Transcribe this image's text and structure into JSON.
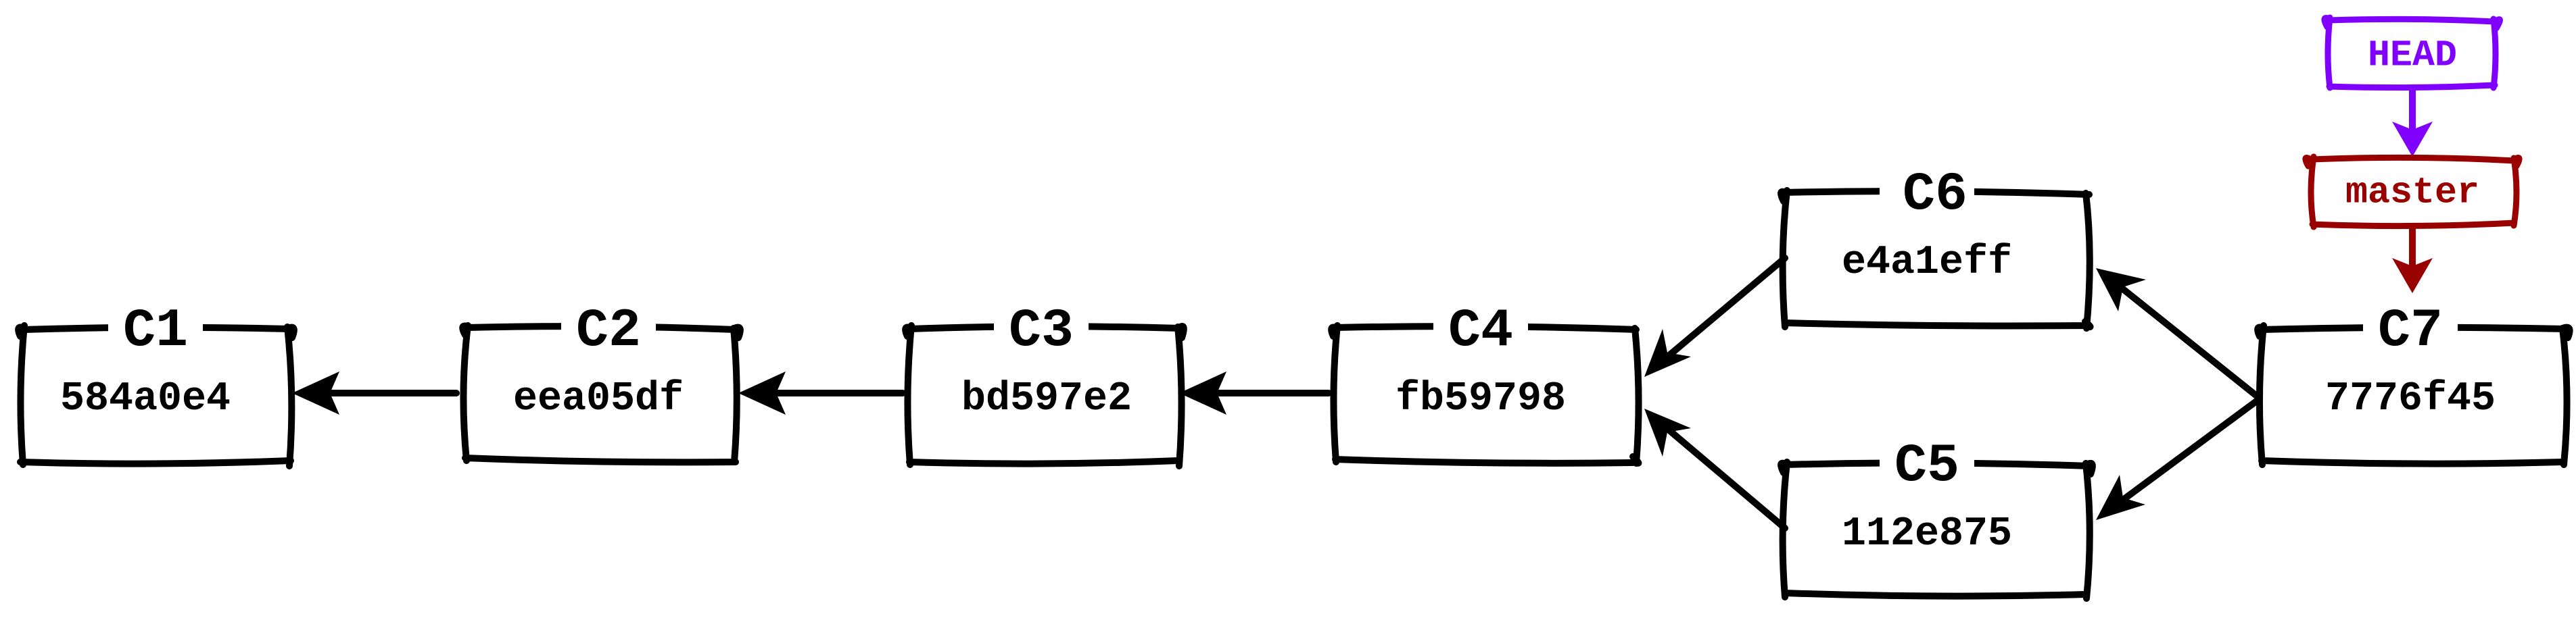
{
  "diagram": {
    "commits": [
      {
        "key": "c1",
        "label": "C1",
        "hash": "584a0e4"
      },
      {
        "key": "c2",
        "label": "C2",
        "hash": "eea05df"
      },
      {
        "key": "c3",
        "label": "C3",
        "hash": "bd597e2"
      },
      {
        "key": "c4",
        "label": "C4",
        "hash": "fb59798"
      },
      {
        "key": "c5",
        "label": "C5",
        "hash": "112e875"
      },
      {
        "key": "c6",
        "label": "C6",
        "hash": "e4a1eff"
      },
      {
        "key": "c7",
        "label": "C7",
        "hash": "7776f45"
      }
    ],
    "refs": {
      "head": {
        "label": "HEAD",
        "color": "#8000ff"
      },
      "master": {
        "label": "master",
        "color": "#990000"
      }
    },
    "parent_links": [
      {
        "from": "C2",
        "to": "C1"
      },
      {
        "from": "C3",
        "to": "C2"
      },
      {
        "from": "C4",
        "to": "C3"
      },
      {
        "from": "C5",
        "to": "C4"
      },
      {
        "from": "C6",
        "to": "C4"
      },
      {
        "from": "C7",
        "to": "C5"
      },
      {
        "from": "C7",
        "to": "C6"
      }
    ]
  }
}
